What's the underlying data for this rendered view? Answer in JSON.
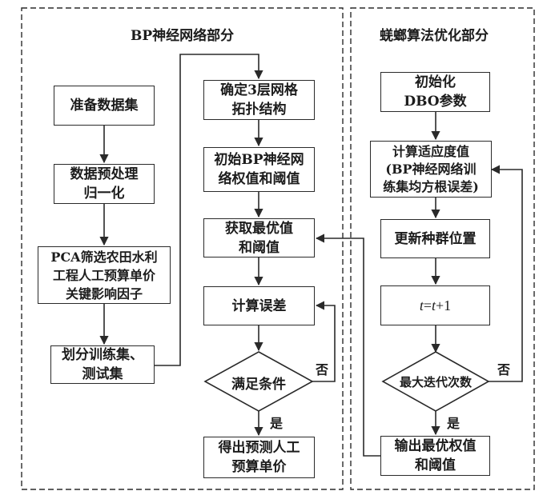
{
  "sections": {
    "bp": {
      "title": "BP神经网络部分"
    },
    "dbo": {
      "title": "蜣螂算法优化部分"
    }
  },
  "bp_flow": {
    "prepare_data": "准备数据集",
    "preprocess": "数据预处理\n归一化",
    "pca": "PCA筛选农田水利\n工程人工预算单价\n关键影响因子",
    "split": "划分训练集、\n测试集",
    "topology": "确定3层网格\n拓扑结构",
    "init_weights": "初始BP神经网\n络权值和阈值",
    "get_optimal": "获取最优值\n和阈值",
    "calc_error": "计算误差",
    "condition": "满足条件",
    "output_predict": "得出预测人工\n预算单价",
    "yes_label": "是",
    "no_label": "否"
  },
  "dbo_flow": {
    "init_dbo": "初始化\nDBO参数",
    "fitness": "计算适应度值\n(BP神经网络训\n练集均方根误差)",
    "update_pos": "更新种群位置",
    "iter_var": "t",
    "iter_eq": "=",
    "iter_plus": "+1",
    "max_iter": "最大迭代次数",
    "output_best": "输出最优权值\n和阈值",
    "yes_label": "是",
    "no_label": "否"
  },
  "colors": {
    "line": "#2a2a2a",
    "background": "#ffffff",
    "text": "#1c1c1c"
  }
}
